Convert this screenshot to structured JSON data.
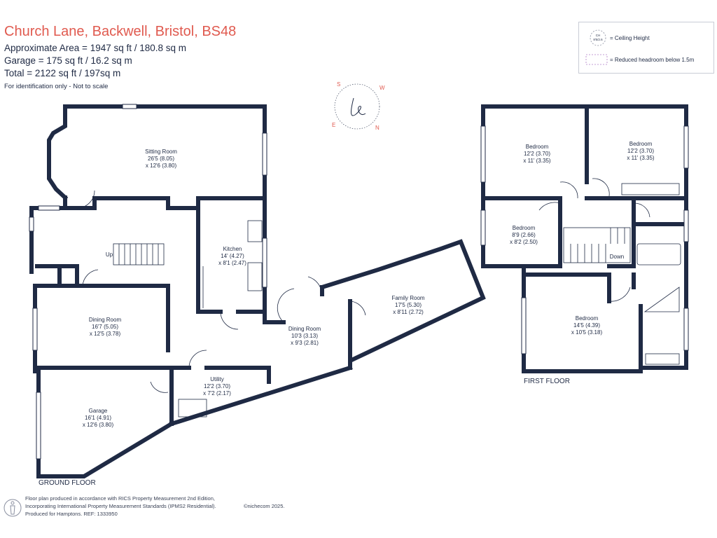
{
  "header": {
    "title": "Church Lane, Backwell, Bristol, BS48",
    "area_line": "Approximate Area = 1947 sq ft / 180.8 sq m",
    "garage_line": "Garage = 175 sq ft / 16.2 sq m",
    "total_line": "Total = 2122 sq ft / 197sq m",
    "note": "For identification only - Not to scale"
  },
  "legend": {
    "ceiling_symbol_top": "CH",
    "ceiling_symbol_bottom": "8'5/2.6",
    "ceiling_label": "= Ceiling Height",
    "reduced_label": "= Reduced headroom below 1.5m"
  },
  "compass": {
    "s": "S",
    "w": "W",
    "n": "N",
    "e": "E"
  },
  "ground_floor": {
    "label": "GROUND FLOOR",
    "stairs_label": "Up",
    "rooms": [
      {
        "name": "Sitting Room",
        "dim1": "26'5 (8.05)",
        "dim2": "x 12'6 (3.80)"
      },
      {
        "name": "Kitchen",
        "dim1": "14' (4.27)",
        "dim2": "x 8'1 (2.47)"
      },
      {
        "name": "Dining Room",
        "dim1": "16'7 (5.05)",
        "dim2": "x 12'5 (3.78)"
      },
      {
        "name": "Dining Room",
        "dim1": "10'3 (3.13)",
        "dim2": "x 9'3 (2.81)"
      },
      {
        "name": "Family Room",
        "dim1": "17'5 (5.30)",
        "dim2": "x 8'11 (2.72)"
      },
      {
        "name": "Utility",
        "dim1": "12'2 (3.70)",
        "dim2": "x 7'2 (2.17)"
      },
      {
        "name": "Garage",
        "dim1": "16'1 (4.91)",
        "dim2": "x 12'6 (3.80)"
      }
    ]
  },
  "first_floor": {
    "label": "FIRST FLOOR",
    "stairs_label": "Down",
    "rooms": [
      {
        "name": "Bedroom",
        "dim1": "12'2 (3.70)",
        "dim2": "x 11' (3.35)"
      },
      {
        "name": "Bedroom",
        "dim1": "12'2 (3.70)",
        "dim2": "x 11' (3.35)"
      },
      {
        "name": "Bedroom",
        "dim1": "8'9 (2.66)",
        "dim2": "x 8'2 (2.50)"
      },
      {
        "name": "Bedroom",
        "dim1": "14'5 (4.39)",
        "dim2": "x 10'5 (3.18)"
      }
    ]
  },
  "footer": {
    "line1": "Floor plan produced in accordance with RICS Property Measurement 2nd Edition,",
    "line2": "Incorporating International Property Measurement Standards (IPMS2 Residential).",
    "copyright": "©nichecom 2025.",
    "line3": "Produced for Hamptons.   REF:  1333950"
  },
  "colors": {
    "wall": "#1f2a44",
    "accent": "#e05a4f"
  }
}
